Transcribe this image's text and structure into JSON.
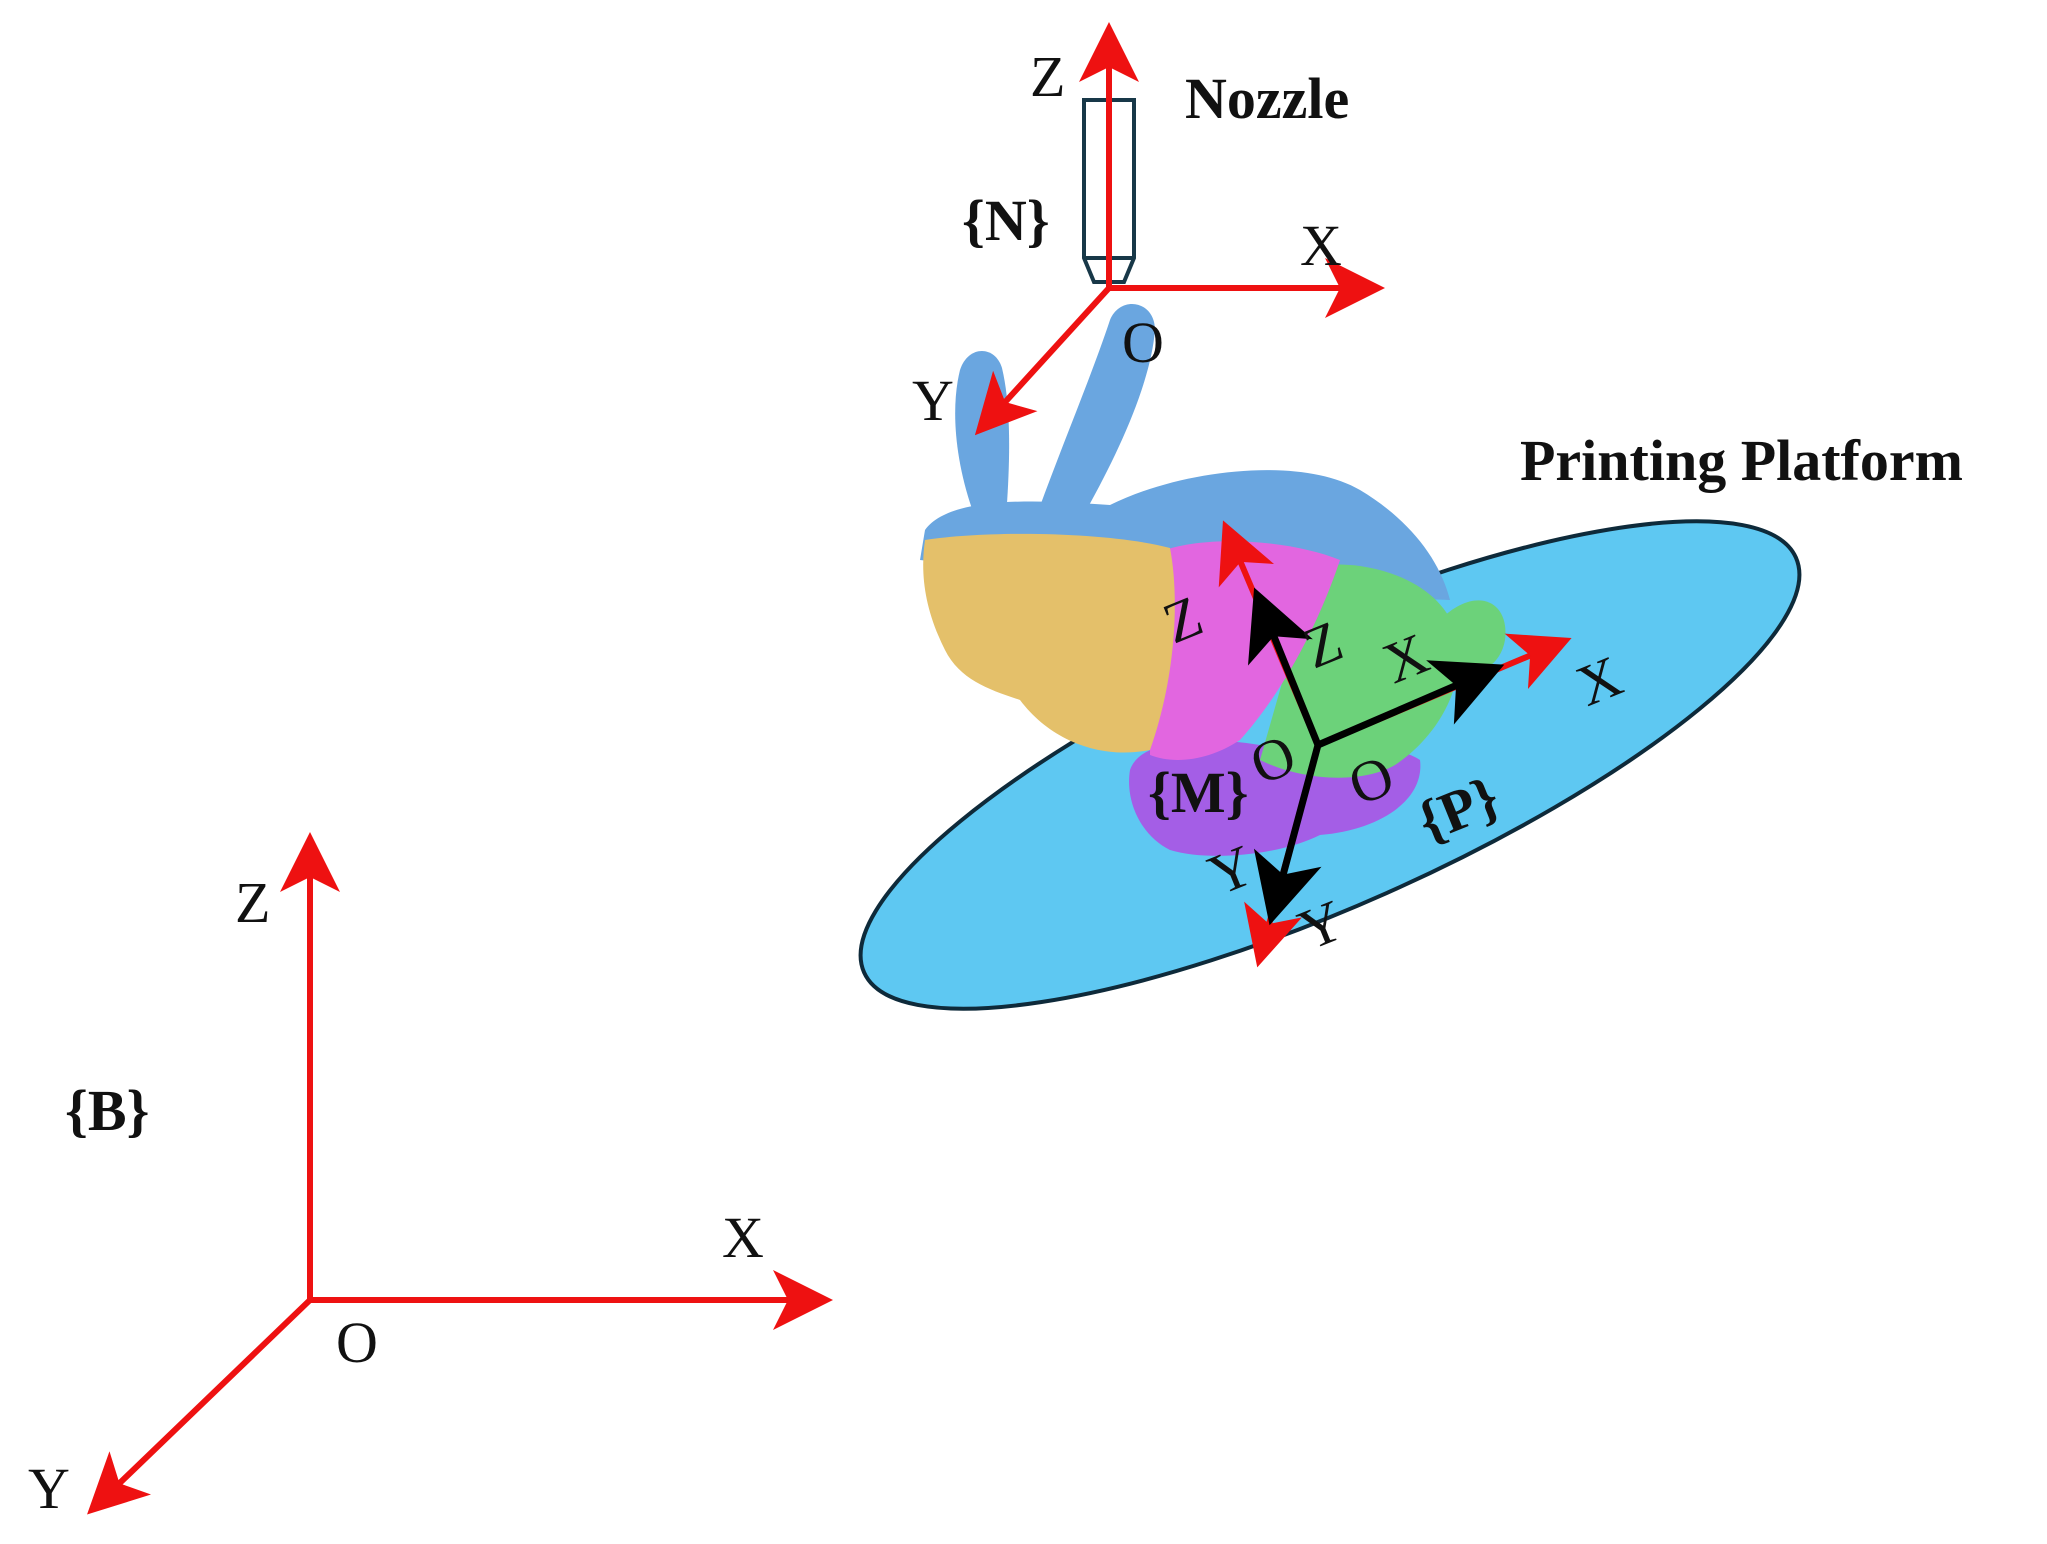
{
  "base_frame": {
    "name": "{B}",
    "origin": "O",
    "x_label": "X",
    "y_label": "Y",
    "z_label": "Z"
  },
  "nozzle_frame": {
    "title": "Nozzle",
    "name": "{N}",
    "origin": "O",
    "x_label": "X",
    "y_label": "Y",
    "z_label": "Z"
  },
  "platform_frame": {
    "title": "Printing Platform",
    "name": "{P}",
    "origin": "O",
    "x_label": "X",
    "y_label": "Y",
    "z_label": "Z"
  },
  "model_frame": {
    "name": "{M}",
    "origin": "O",
    "x_label": "X",
    "y_label": "Y",
    "z_label": "Z"
  },
  "colors": {
    "axis_red": "#ee1111",
    "axis_black": "#000000",
    "platform_fill": "#5ec8f2",
    "platform_stroke": "#0e2a3a",
    "bunny_blue": "#6aa6e0",
    "bunny_yellow": "#e4c06a",
    "bunny_magenta": "#e266e0",
    "bunny_green": "#6cd27a",
    "bunny_purple": "#a45ee6",
    "nozzle_stroke": "#183848"
  }
}
